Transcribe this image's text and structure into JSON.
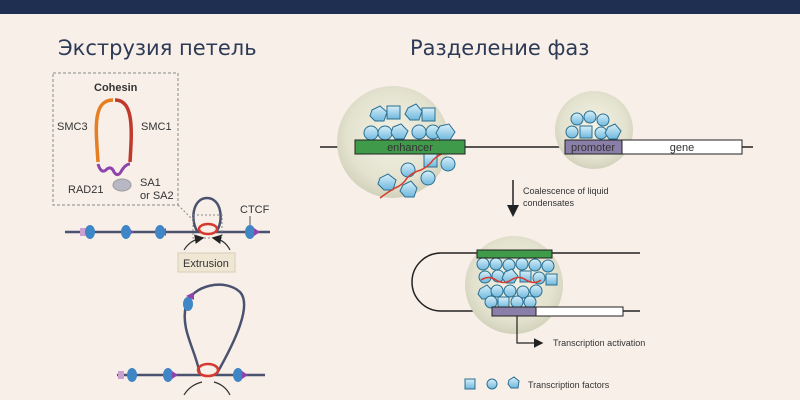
{
  "slide": {
    "left_title": "Экструзия петель",
    "right_title": "Разделение фаз"
  },
  "loop_extrusion": {
    "cohesin_label": "Cohesin",
    "smc3_label": "SMC3",
    "smc1_label": "SMC1",
    "rad21_label": "RAD21",
    "sa1_label": "SA1",
    "sa2_label": "or SA2",
    "ctcf_label": "CTCF",
    "extrusion_label": "Extrusion"
  },
  "phase_separation": {
    "enhancer_label": "enhancer",
    "promoter_label": "promoter",
    "gene_label": "gene",
    "coalescence_line1": "Coalescence of liquid",
    "coalescence_line2": "condensates",
    "activation_label": "Transcription activation",
    "legend_label": "Transcription factors"
  },
  "colors": {
    "topbar": "#1e2f52",
    "enhancer": "#3f9a4a",
    "promoter": "#8a7fa8",
    "tf_fill": "#8fcbe8",
    "ctcf": "#3f86c6",
    "cohesin_ring": "#d64b3a"
  }
}
